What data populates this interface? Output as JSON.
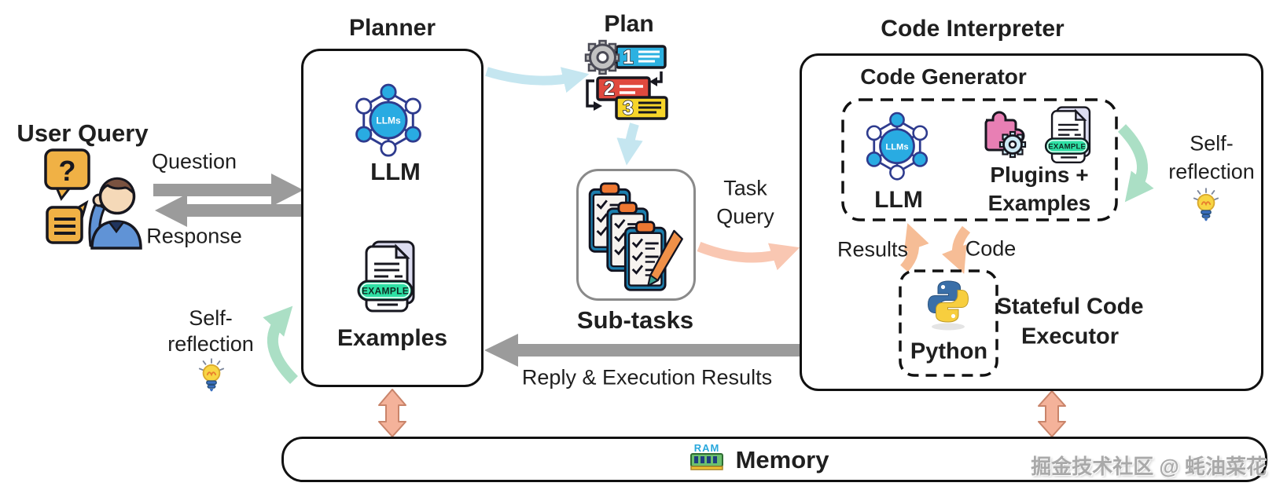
{
  "user_query": {
    "title": "User Query",
    "question_mark": "?",
    "question_label": "Question",
    "response_label": "Response"
  },
  "planner": {
    "title": "Planner",
    "llm_label": "LLM",
    "llm_badge": "LLMs",
    "examples_label": "Examples",
    "example_badge": "EXAMPLE"
  },
  "self_reflection_left": {
    "line1": "Self-",
    "line2": "reflection"
  },
  "plan": {
    "title": "Plan",
    "steps": [
      "1",
      "2",
      "3"
    ]
  },
  "subtasks": {
    "label": "Sub-tasks"
  },
  "task_query": {
    "line1": "Task",
    "line2": "Query"
  },
  "reply_label": "Reply & Execution Results",
  "code_interpreter": {
    "title": "Code Interpreter",
    "code_generator": {
      "title": "Code Generator",
      "llm_label": "LLM",
      "llm_badge": "LLMs",
      "plugins_line1": "Plugins +",
      "plugins_line2": "Examples",
      "example_badge": "EXAMPLE"
    },
    "results_label": "Results",
    "code_label": "Code",
    "python_label": "Python",
    "executor_line1": "Stateful Code",
    "executor_line2": "Executor"
  },
  "self_reflection_right": {
    "line1": "Self-",
    "line2": "reflection"
  },
  "memory": {
    "label": "Memory",
    "ram_text": "RAM"
  },
  "watermark": "掘金技术社区 @ 蚝油菜花",
  "colors": {
    "arrow_gray": "#9b9b9b",
    "arrow_blue": "#c5e6f0",
    "arrow_salmon": "#f9c7b2",
    "arrow_orange": "#f6bd96",
    "arrow_green": "#abdfc5",
    "memory_arrow_fill": "#f4b29a",
    "memory_arrow_stroke": "#c9846a",
    "llm_blue": "#29abe2",
    "node_navy": "#2e3b8e",
    "example_green": "#2ee0a4",
    "plugin_pink": "#e87fb4",
    "bar_blue": "#2cb1e1",
    "bar_red": "#e0493e",
    "bar_yellow": "#f6d42a",
    "clipboard_teal": "#1c7fae",
    "clip_orange": "#ef7832"
  }
}
